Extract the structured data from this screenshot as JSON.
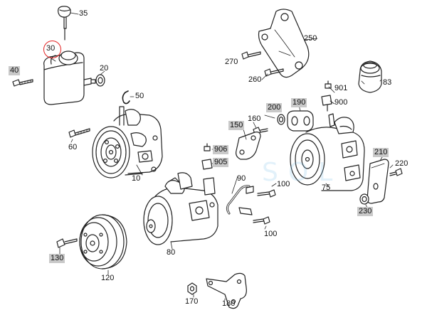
{
  "diagram": {
    "watermark": "SOL",
    "highlight_color": "#c9c9c9",
    "circle_color": "#e32222",
    "callouts": [
      {
        "id": "35",
        "text": "35",
        "highlighted": false,
        "circled": false
      },
      {
        "id": "30",
        "text": "30",
        "highlighted": false,
        "circled": true
      },
      {
        "id": "40",
        "text": "40",
        "highlighted": true,
        "circled": false
      },
      {
        "id": "20",
        "text": "20",
        "highlighted": false,
        "circled": false
      },
      {
        "id": "50",
        "text": "50",
        "highlighted": false,
        "circled": false
      },
      {
        "id": "60",
        "text": "60",
        "highlighted": false,
        "circled": false
      },
      {
        "id": "10",
        "text": "10",
        "highlighted": false,
        "circled": false
      },
      {
        "id": "250",
        "text": "250",
        "highlighted": false,
        "circled": false
      },
      {
        "id": "270",
        "text": "270",
        "highlighted": false,
        "circled": false
      },
      {
        "id": "260",
        "text": "260",
        "highlighted": false,
        "circled": false
      },
      {
        "id": "83",
        "text": "83",
        "highlighted": false,
        "circled": false
      },
      {
        "id": "901",
        "text": "901",
        "highlighted": false,
        "circled": false
      },
      {
        "id": "900",
        "text": "900",
        "highlighted": false,
        "circled": false
      },
      {
        "id": "200",
        "text": "200",
        "highlighted": true,
        "circled": false
      },
      {
        "id": "190",
        "text": "190",
        "highlighted": true,
        "circled": false
      },
      {
        "id": "160",
        "text": "160",
        "highlighted": false,
        "circled": false
      },
      {
        "id": "150",
        "text": "150",
        "highlighted": true,
        "circled": false
      },
      {
        "id": "906",
        "text": "906",
        "highlighted": true,
        "circled": false
      },
      {
        "id": "905",
        "text": "905",
        "highlighted": true,
        "circled": false
      },
      {
        "id": "90",
        "text": "90",
        "highlighted": false,
        "circled": false
      },
      {
        "id": "100a",
        "text": "100",
        "highlighted": false,
        "circled": false
      },
      {
        "id": "100b",
        "text": "100",
        "highlighted": false,
        "circled": false
      },
      {
        "id": "75",
        "text": "75",
        "highlighted": false,
        "circled": false
      },
      {
        "id": "210",
        "text": "210",
        "highlighted": true,
        "circled": false
      },
      {
        "id": "220",
        "text": "220",
        "highlighted": false,
        "circled": false
      },
      {
        "id": "230",
        "text": "230",
        "highlighted": true,
        "circled": false
      },
      {
        "id": "80",
        "text": "80",
        "highlighted": false,
        "circled": false
      },
      {
        "id": "130",
        "text": "130",
        "highlighted": true,
        "circled": false
      },
      {
        "id": "120",
        "text": "120",
        "highlighted": false,
        "circled": false
      },
      {
        "id": "170",
        "text": "170",
        "highlighted": false,
        "circled": false
      },
      {
        "id": "180",
        "text": "180",
        "highlighted": false,
        "circled": false
      }
    ]
  }
}
